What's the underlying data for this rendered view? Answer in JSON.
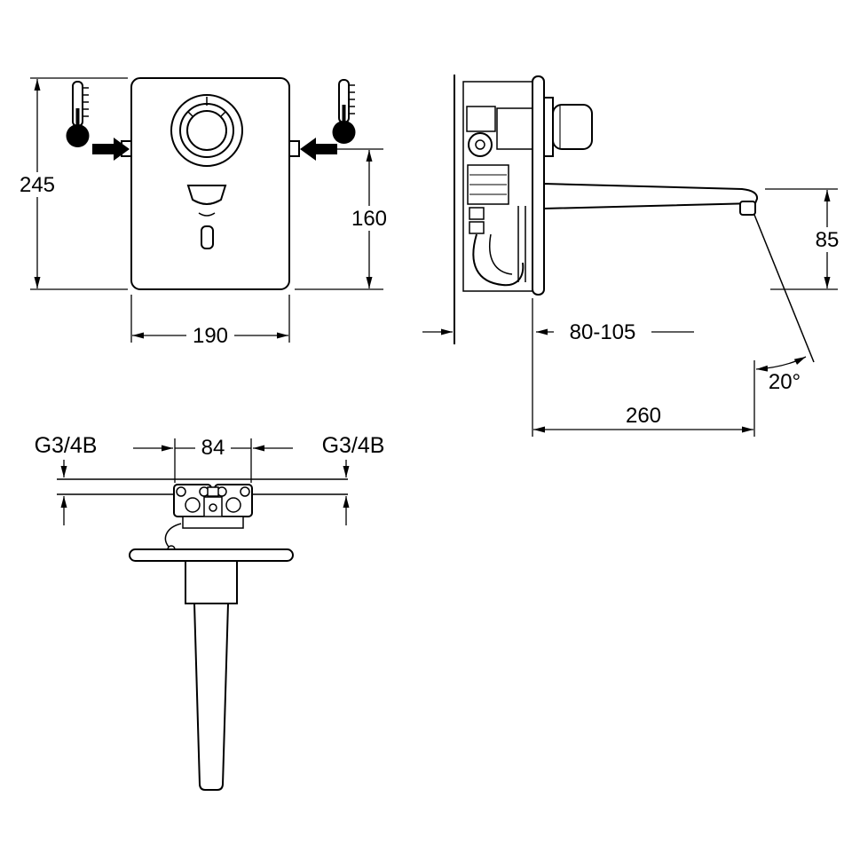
{
  "document": {
    "type": "technical-installation-drawing",
    "subject": "wall-mounted sensor mixer tap with thermostatic control"
  },
  "colors": {
    "line": "#000000",
    "background": "#ffffff"
  },
  "icons": {
    "hot_water_left": "thermometer-icon",
    "hot_water_right": "thermometer-icon",
    "flow_direction_left": "arrow-right-icon",
    "flow_direction_right": "arrow-left-icon"
  },
  "views": {
    "front": {
      "overall_height": "245",
      "overall_width": "190",
      "trim_to_bottom": "160"
    },
    "side": {
      "outlet_height": "85",
      "wall_depth_range": "80-105",
      "spout_reach": "260",
      "spout_angle": "20°"
    },
    "top": {
      "left_thread": "G3/4B",
      "connection_spacing": "84",
      "right_thread": "G3/4B"
    }
  }
}
